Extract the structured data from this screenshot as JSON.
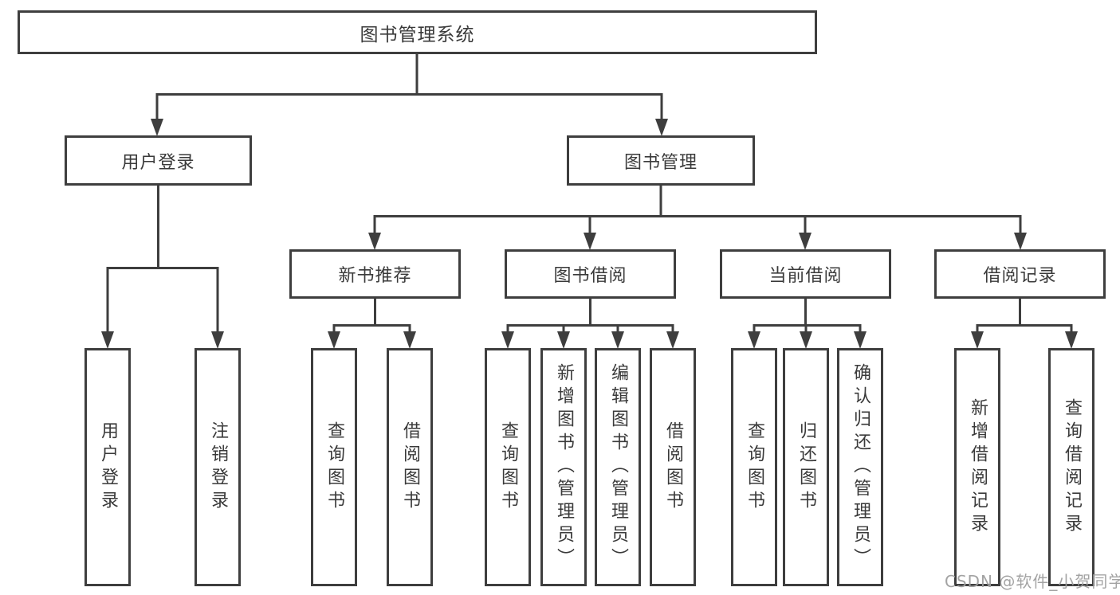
{
  "diagram": {
    "root": {
      "label": "图书管理系统"
    },
    "branches": [
      {
        "label": "用户登录",
        "children": [
          {
            "label": "用户登录"
          },
          {
            "label": "注销登录"
          }
        ]
      },
      {
        "label": "图书管理",
        "children": [
          {
            "label": "新书推荐",
            "children": [
              {
                "label": "查询图书"
              },
              {
                "label": "借阅图书"
              }
            ]
          },
          {
            "label": "图书借阅",
            "children": [
              {
                "label": "查询图书"
              },
              {
                "label": "新增图书（管理员）"
              },
              {
                "label": "编辑图书（管理员）"
              },
              {
                "label": "借阅图书"
              }
            ]
          },
          {
            "label": "当前借阅",
            "children": [
              {
                "label": "查询图书"
              },
              {
                "label": "归还图书"
              },
              {
                "label": "确认归还（管理员）"
              }
            ]
          },
          {
            "label": "借阅记录",
            "children": [
              {
                "label": "新增借阅记录"
              },
              {
                "label": "查询借阅记录"
              }
            ]
          }
        ]
      }
    ]
  },
  "colors": {
    "line": "#3e3e3e",
    "text": "#3a3a3a",
    "background": "#ffffff",
    "watermark": "#9e9e9e"
  },
  "watermark": {
    "text": "CSDN @软件_小贺同学"
  }
}
